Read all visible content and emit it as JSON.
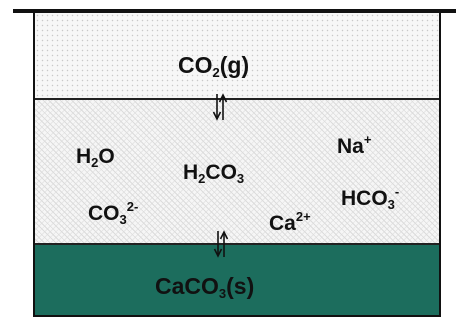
{
  "diagram": {
    "gas_phase": {
      "formula_main": "CO",
      "formula_sub": "2",
      "formula_state": "(g)"
    },
    "aqueous_phase": {
      "water": {
        "main": "H",
        "sub": "2",
        "tail": "O"
      },
      "carbonic_acid": {
        "main": "H",
        "sub1": "2",
        "mid": "CO",
        "sub2": "3"
      },
      "sodium": {
        "main": "Na",
        "sup": "+"
      },
      "carbonate": {
        "main": "CO",
        "sub": "3",
        "sup": "2-"
      },
      "bicarbonate": {
        "main": "HCO",
        "sub": "3",
        "sup": "-"
      },
      "calcium": {
        "main": "Ca",
        "sup": "2+"
      }
    },
    "solid_phase": {
      "formula_main": "CaCO",
      "formula_sub": "3",
      "formula_state": "(s)"
    },
    "colors": {
      "solid_layer": "#1c6d5d",
      "ink": "#111111"
    },
    "icons": [
      "equilibrium-arrows-icon",
      "equilibrium-arrows-icon"
    ]
  }
}
